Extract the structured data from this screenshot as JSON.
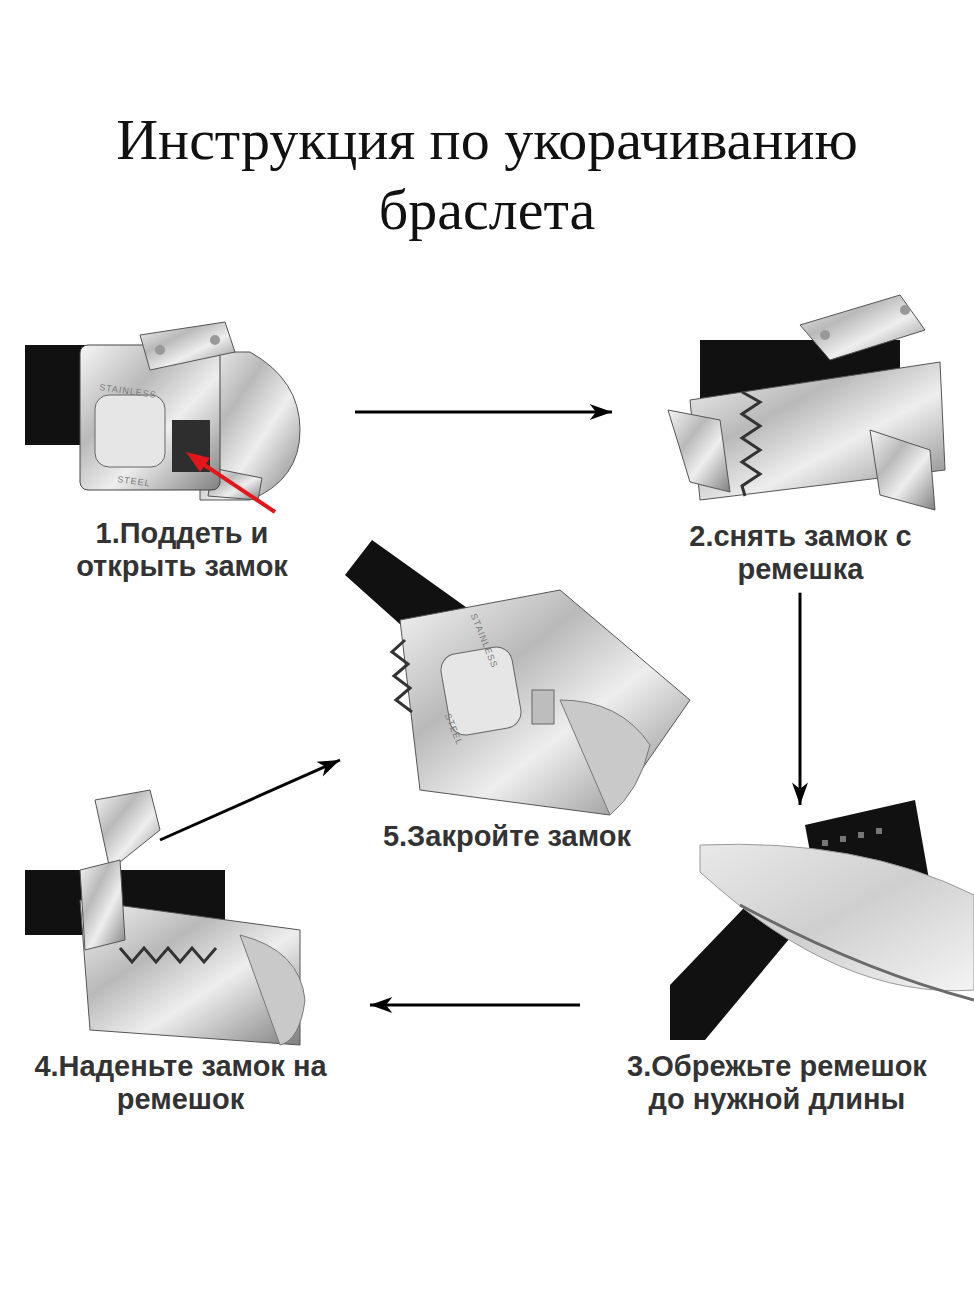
{
  "diagram": {
    "title": "Инструкция по укорачиванию браслета",
    "nodes": [
      {
        "text": [
          "1.Поддеть и открыть замок"
        ]
      },
      {
        "text": [
          "2.снять замок с ремешка"
        ]
      },
      {
        "text": [
          "3.Обрежьте ремешок до нужной длины"
        ]
      },
      {
        "text": [
          "4.Наденьте замок на ремешок"
        ]
      },
      {
        "text": [
          "5.Закройте замок"
        ]
      }
    ],
    "edges": [
      {
        "from": 0,
        "to": 1,
        "arrow": "to"
      },
      {
        "from": 1,
        "to": 2,
        "arrow": "to"
      },
      {
        "from": 2,
        "to": 3,
        "arrow": "to"
      },
      {
        "from": 3,
        "to": 4,
        "arrow": "to"
      }
    ],
    "labels": [
      "STAINLESS",
      "STEEL",
      "STAINLESS",
      "STEEL"
    ]
  }
}
